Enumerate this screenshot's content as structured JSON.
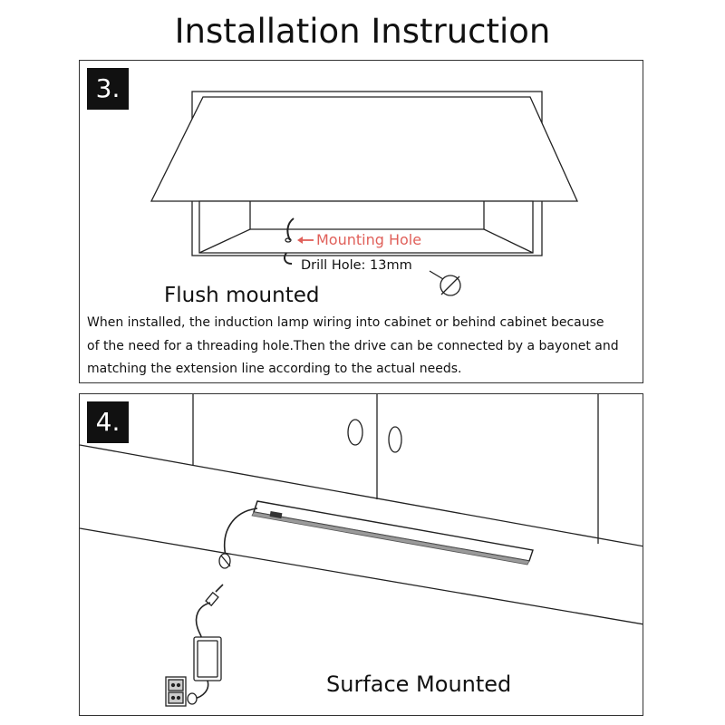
{
  "page": {
    "title": "Installation Instruction"
  },
  "step3": {
    "number": "3.",
    "mounting_hole_label": "Mounting Hole",
    "arrow_icon": "left-arrow-icon",
    "drill_hole_label": "Drill Hole: 13mm",
    "method_label": "Flush mounted",
    "description_lines": [
      "When installed, the induction lamp wiring into cabinet or behind cabinet because",
      "of the need for a threading hole.Then the drive can be connected by a bayonet and",
      "matching the extension line according to the actual needs."
    ],
    "colors": {
      "mounting_hole_label": "#e0605a"
    }
  },
  "step4": {
    "number": "4.",
    "method_label": "Surface Mounted"
  }
}
